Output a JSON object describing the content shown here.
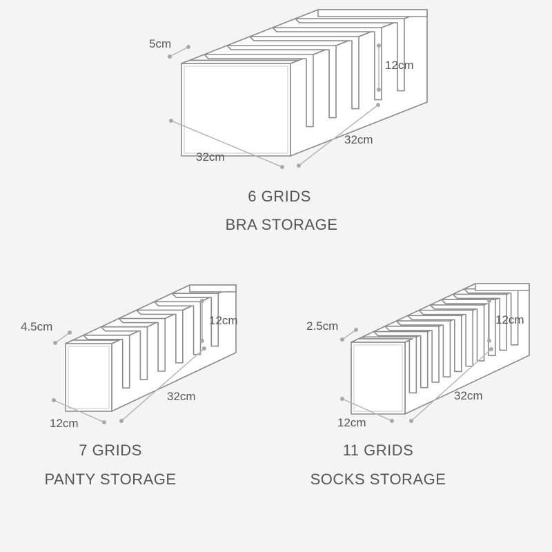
{
  "colors": {
    "background": "#f4f4f4",
    "box_outline": "#8a8a8a",
    "box_fill": "#ffffff",
    "dimension_line": "#b5b5b5",
    "dimension_dot": "#a8a8a8",
    "text": "#555555"
  },
  "organizers": [
    {
      "id": "bra",
      "grids": 6,
      "grid_count_label": "6 GRIDS",
      "storage_label": "BRA STORAGE",
      "dimensions": {
        "compartment": "5cm",
        "height": "12cm",
        "width": "32cm",
        "depth": "32cm"
      }
    },
    {
      "id": "panty",
      "grids": 7,
      "grid_count_label": "7 GRIDS",
      "storage_label": "PANTY STORAGE",
      "dimensions": {
        "compartment": "4.5cm",
        "height": "12cm",
        "width": "12cm",
        "depth": "32cm"
      }
    },
    {
      "id": "socks",
      "grids": 11,
      "grid_count_label": "11 GRIDS",
      "storage_label": "SOCKS STORAGE",
      "dimensions": {
        "compartment": "2.5cm",
        "height": "12cm",
        "width": "12cm",
        "depth": "32cm"
      }
    }
  ]
}
